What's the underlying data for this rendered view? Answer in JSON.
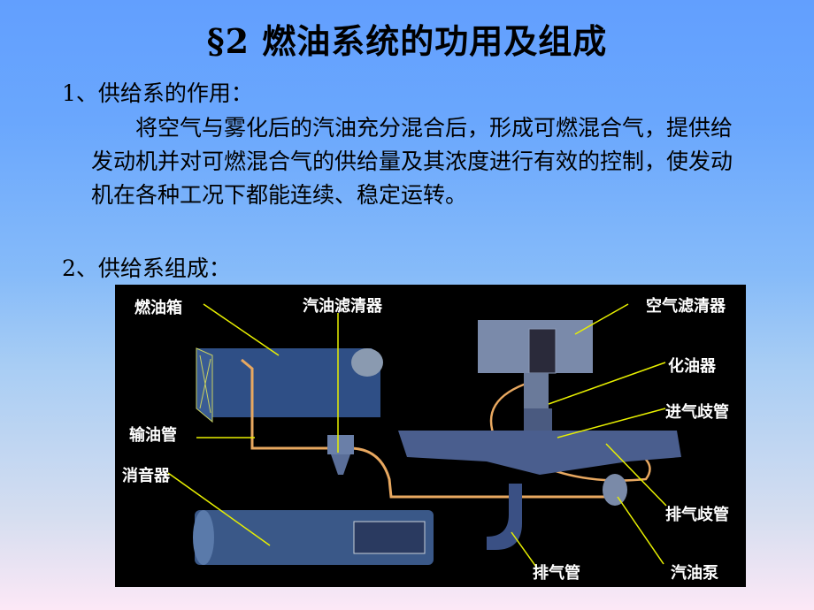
{
  "slide": {
    "title": "§2 燃油系统的功用及组成",
    "section1": {
      "heading": "1、供给系的作用：",
      "paragraph": "将空气与雾化后的汽油充分混合后，形成可燃混合气，提供给发动机并对可燃混合气的供给量及其浓度进行有效的控制，使发动机在各种工况下都能连续、稳定运转。"
    },
    "section2": {
      "heading": "2、供给系组成："
    }
  },
  "diagram": {
    "labels": {
      "fuel_tank": "燃油箱",
      "fuel_filter": "汽油滤清器",
      "air_filter": "空气滤清器",
      "carburetor": "化油器",
      "intake_manifold": "进气歧管",
      "fuel_line": "输油管",
      "muffler": "消音器",
      "exhaust_manifold": "排气歧管",
      "exhaust_pipe": "排气管",
      "fuel_pump": "汽油泵"
    },
    "colors": {
      "background": "#000000",
      "leader_line": "#e8f000",
      "fuel_line": "#e8a860",
      "component": "#4a6a9a"
    }
  }
}
